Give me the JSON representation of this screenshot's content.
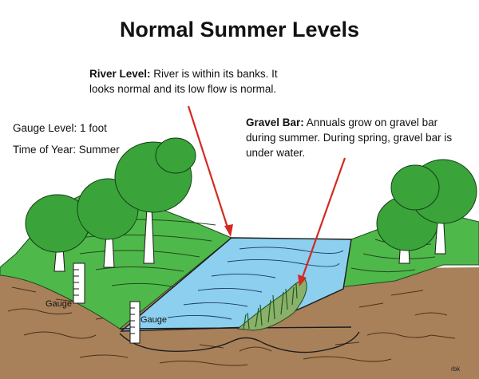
{
  "title": "Normal Summer Levels",
  "river_level": {
    "label": "River Level:",
    "text": " River is within its banks. It looks normal and its low flow is normal."
  },
  "gravel_bar": {
    "label": "Gravel Bar:",
    "text": " Annuals grow on gravel bar during summer. During spring, gravel bar is under water."
  },
  "gauge_level": "Gauge Level: 1 foot",
  "time_of_year": "Time of Year: Summer",
  "gauge_labels": [
    "Gauge",
    "Gauge"
  ],
  "credit": "rbk",
  "colors": {
    "water": "#8ccfef",
    "grass": "#4fb84a",
    "soil": "#a8805a",
    "arrow": "#d42a22",
    "tree": "#3aa33a"
  }
}
